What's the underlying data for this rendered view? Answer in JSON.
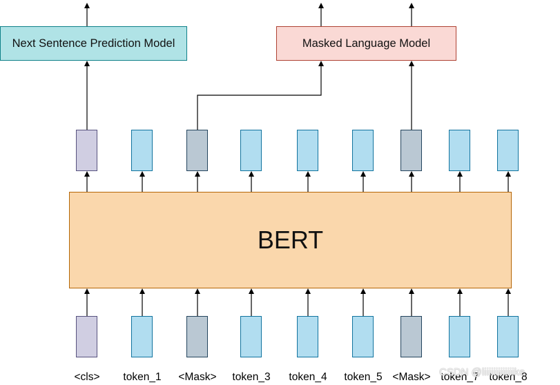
{
  "nsp_model": {
    "label": "Next Sentence Prediction Model"
  },
  "mlm_model": {
    "label": "Masked Language Model"
  },
  "bert": {
    "label": "BERT"
  },
  "tokens": [
    {
      "label": "<cls>",
      "kind": "cls"
    },
    {
      "label": "token_1",
      "kind": "plain"
    },
    {
      "label": "<Mask>",
      "kind": "mask"
    },
    {
      "label": "token_3",
      "kind": "plain"
    },
    {
      "label": "token_4",
      "kind": "plain"
    },
    {
      "label": "token_5",
      "kind": "plain"
    },
    {
      "label": "<Mask>",
      "kind": "mask"
    },
    {
      "label": "token_7",
      "kind": "plain"
    },
    {
      "label": "token_8",
      "kind": "plain"
    }
  ],
  "watermark": "CSDN @liiiiiiiiiiiiike",
  "colors": {
    "nsp_fill": "#b0e3e6",
    "mlm_fill": "#fad9d5",
    "bert_fill": "#fad7ac",
    "token_fill": "#b1ddf0",
    "cls_fill": "#d0cee2",
    "mask_fill": "#bac8d3"
  }
}
